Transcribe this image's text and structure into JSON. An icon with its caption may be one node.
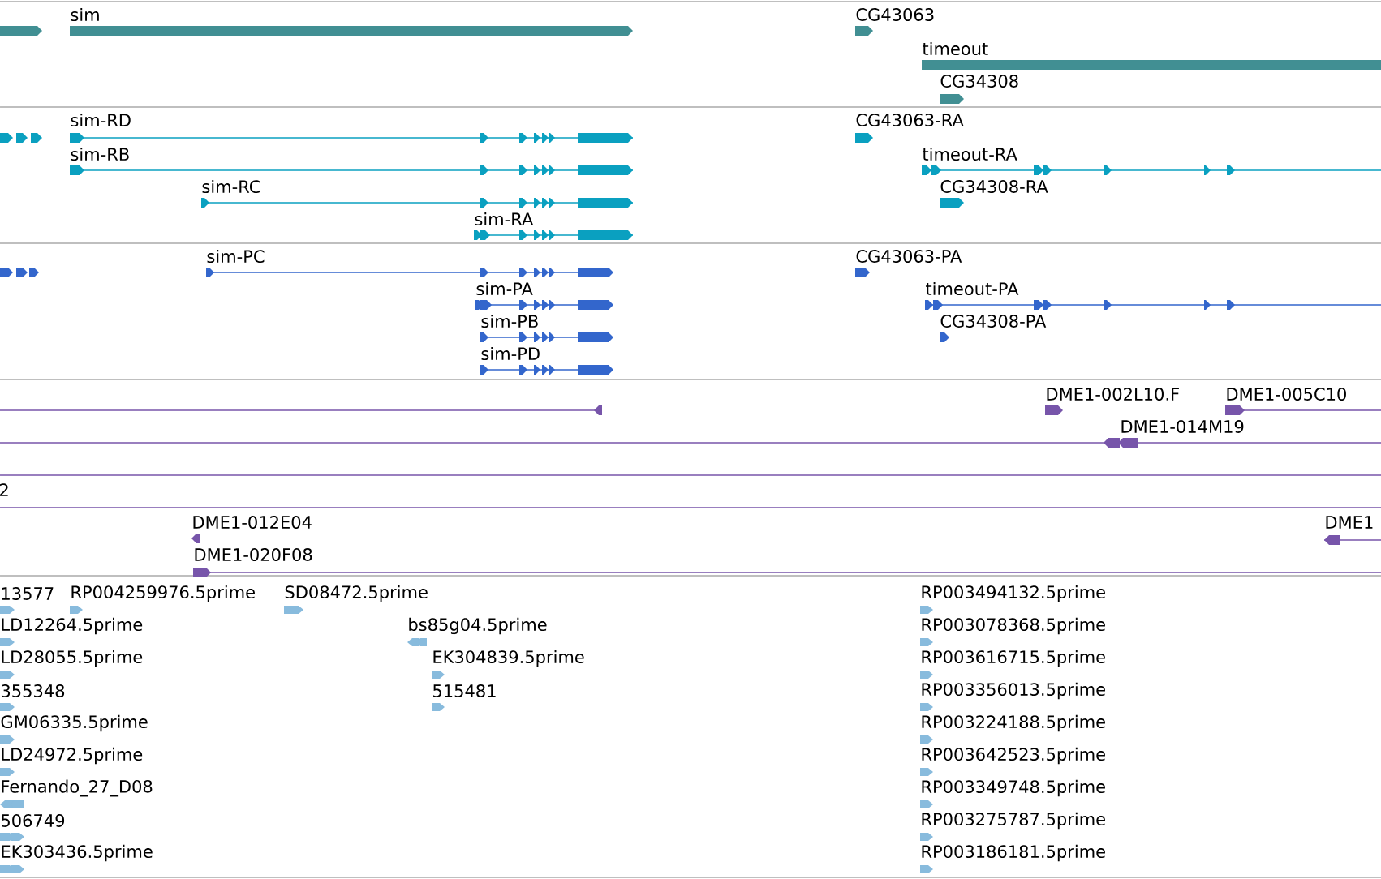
{
  "diagram": {
    "labels": [
      "sim",
      "CG43063",
      "timeout",
      "CG34308",
      "sim-RD",
      "CG43063-RA",
      "sim-RB",
      "timeout-RA",
      "sim-RC",
      "CG34308-RA",
      "sim-RA",
      "sim-PC",
      "CG43063-PA",
      "sim-PA",
      "timeout-PA",
      "sim-PB",
      "CG34308-PA",
      "sim-PD",
      "DME1-002L10.F",
      "DME1-005C10",
      "DME1-014M19",
      "2",
      "DME1-012E04",
      "DME1",
      "DME1-020F08",
      "13577",
      "RP004259976.5prime",
      "SD08472.5prime",
      "RP003494132.5prime",
      "LD12264.5prime",
      "bs85g04.5prime",
      "RP003078368.5prime",
      "LD28055.5prime",
      "EK304839.5prime",
      "RP003616715.5prime",
      "355348",
      "515481",
      "RP003356013.5prime",
      "GM06335.5prime",
      "RP003224188.5prime",
      "LD24972.5prime",
      "RP003642523.5prime",
      "Fernando_27_D08",
      "RP003349748.5prime",
      "506749",
      "RP003275787.5prime",
      "EK303436.5prime",
      "RP003186181.5prime"
    ]
  }
}
